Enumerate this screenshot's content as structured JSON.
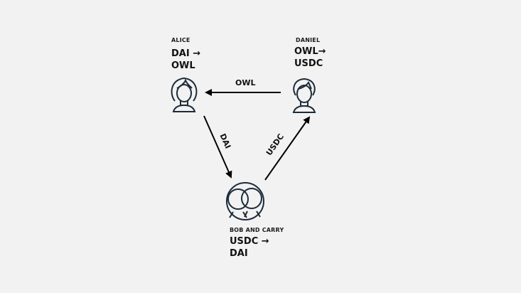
{
  "nodes": {
    "alice": {
      "name": "ALICE",
      "swap_line1": "DAI →",
      "swap_line2": "OWL"
    },
    "daniel": {
      "name": "DANIEL",
      "swap_line1": "OWL→",
      "swap_line2": "USDC"
    },
    "bob_carry": {
      "name": "BOB AND CARRY",
      "swap_line1": "USDC →",
      "swap_line2": "DAI"
    }
  },
  "edges": {
    "daniel_to_alice": "OWL",
    "alice_to_bob": "DAI",
    "bob_to_daniel": "USDC"
  },
  "colors": {
    "background": "#f2f2f2",
    "icon": "#1c2b3a",
    "arrow": "#000000"
  }
}
